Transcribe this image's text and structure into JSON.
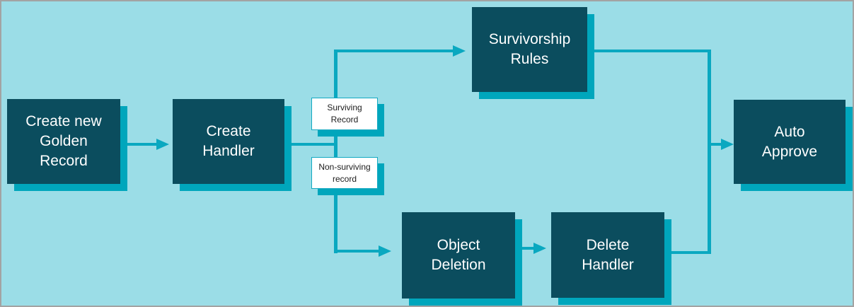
{
  "diagram": {
    "nodes": [
      {
        "id": "create-golden-record",
        "label": "Create new\nGolden\nRecord"
      },
      {
        "id": "create-handler",
        "label": "Create\nHandler"
      },
      {
        "id": "survivorship-rules",
        "label": "Survivorship\nRules"
      },
      {
        "id": "object-deletion",
        "label": "Object\nDeletion"
      },
      {
        "id": "delete-handler",
        "label": "Delete\nHandler"
      },
      {
        "id": "auto-approve",
        "label": "Auto\nApprove"
      }
    ],
    "edge_labels": [
      {
        "id": "surviving-record",
        "label": "Surviving\nRecord"
      },
      {
        "id": "non-surviving-record",
        "label": "Non-surviving\nrecord"
      }
    ],
    "edges": [
      {
        "from": "Create new Golden Record",
        "to": "Create Handler"
      },
      {
        "from": "Create Handler",
        "to": "Survivorship Rules",
        "label": "Surviving Record"
      },
      {
        "from": "Create Handler",
        "to": "Object Deletion",
        "label": "Non-surviving record"
      },
      {
        "from": "Object Deletion",
        "to": "Delete Handler"
      },
      {
        "from": "Survivorship Rules",
        "to": "Auto Approve"
      },
      {
        "from": "Delete Handler",
        "to": "Auto Approve"
      }
    ],
    "colors": {
      "background": "#9bdde7",
      "node_fill": "#0b4d5e",
      "node_text": "#ffffff",
      "connector": "#0aa8c0",
      "shadow": "#00a6bc",
      "label_bg": "#ffffff",
      "label_border": "#12a9c2",
      "label_text": "#1c1c1c",
      "frame_border": "#a3a3a3"
    }
  }
}
